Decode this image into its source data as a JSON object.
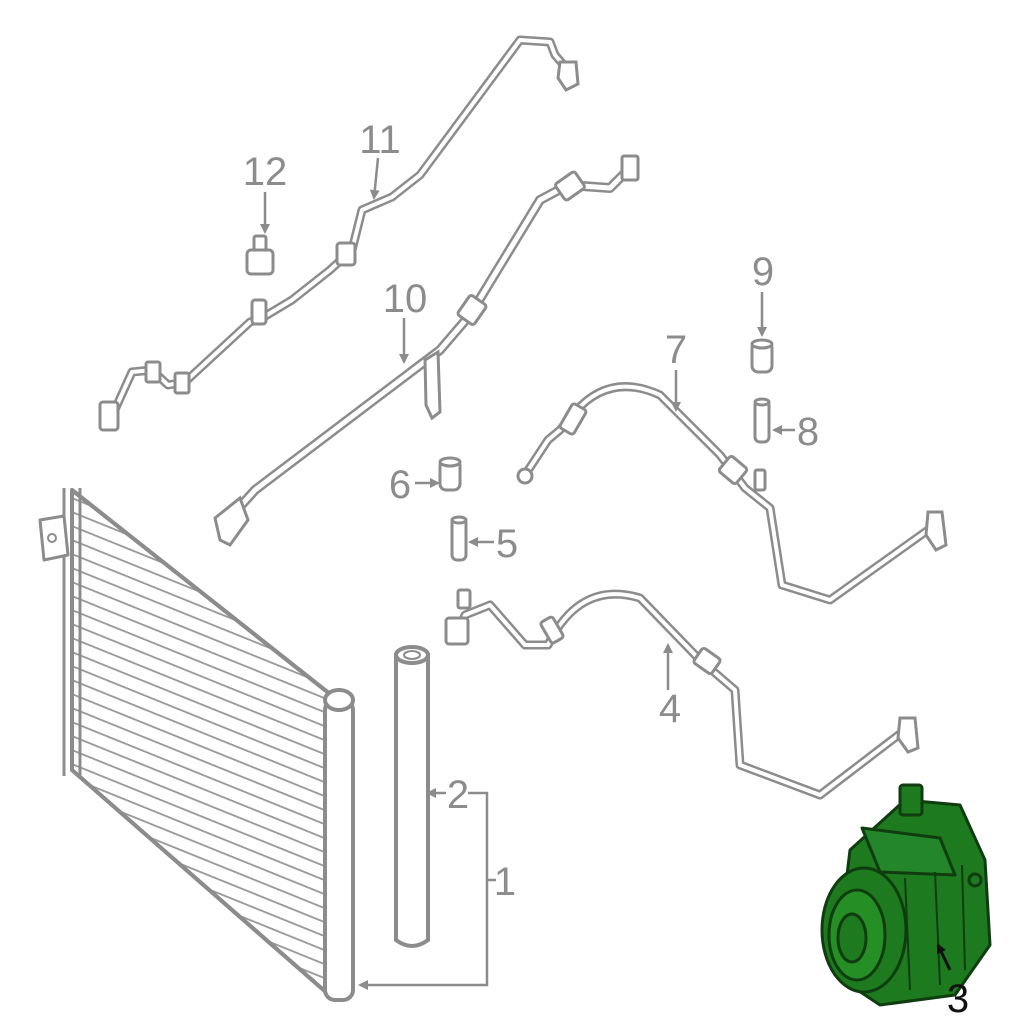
{
  "callouts": {
    "c1": "1",
    "c2": "2",
    "c3": "3",
    "c4": "4",
    "c5": "5",
    "c6": "6",
    "c7": "7",
    "c8": "8",
    "c9": "9",
    "c10": "10",
    "c11": "11",
    "c12": "12"
  },
  "colors": {
    "line": "#8c8c8c",
    "highlight_fill": "#1e7a1e",
    "highlight_stroke": "#0f3d0f",
    "callout_highlight": "#111111"
  },
  "highlighted_part": "3"
}
